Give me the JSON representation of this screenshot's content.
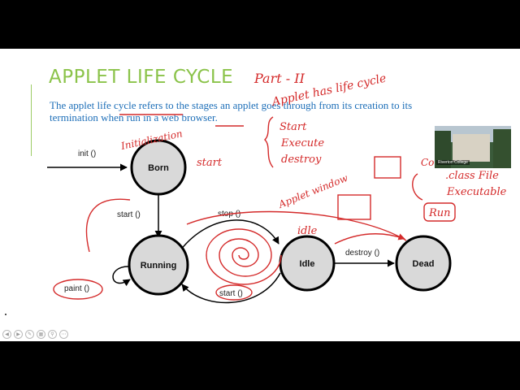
{
  "slide": {
    "title": "APPLET LIFE CYCLE",
    "description": "The applet life cycle refers to the stages an applet goes through from its creation to its termination when run in a web browser."
  },
  "states": {
    "born": "Born",
    "running": "Running",
    "idle": "Idle",
    "dead": "Dead"
  },
  "transitions": {
    "init": "init ()",
    "start_born": "start ()",
    "stop": "stop ()",
    "destroy": "destroy ()",
    "start_idle": "start ()",
    "paint": "paint ()"
  },
  "annotations": {
    "part": "Part - II",
    "applet_has_life_cycle": "Applet has life cycle",
    "start": "Start",
    "execute": "Execute",
    "destroy": "destroy",
    "initialization": "Initialization",
    "start_near_born": "start",
    "applet_window": "Applet window",
    "idle": "idle",
    "class_file": ".class File",
    "executable": "Executable",
    "run": "Run",
    "com": "Com"
  },
  "webcam": {
    "name": "Riverton College"
  },
  "colors": {
    "title": "#8bc34a",
    "description": "#1e6fb8",
    "ink": "#d42a2a",
    "state_fill": "#d9d9d9"
  }
}
